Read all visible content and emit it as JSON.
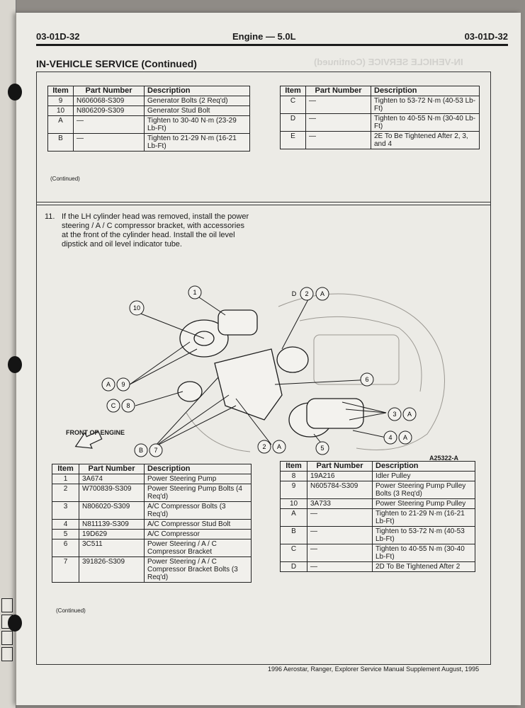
{
  "header": {
    "left_code": "03-01D-32",
    "title": "Engine — 5.0L",
    "right_code": "03-01D-32"
  },
  "section_title": "IN-VEHICLE SERVICE (Continued)",
  "table1": {
    "columns": [
      "Item",
      "Part Number",
      "Description"
    ],
    "rows": [
      [
        "9",
        "N606068-S309",
        "Generator Bolts (2 Req'd)"
      ],
      [
        "10",
        "N806209-S309",
        "Generator Stud Bolt"
      ],
      [
        "A",
        "—",
        "Tighten to 30-40 N·m (23-29 Lb-Ft)"
      ],
      [
        "B",
        "—",
        "Tighten to 21-29 N·m (16-21 Lb-Ft)"
      ]
    ],
    "note": "(Continued)"
  },
  "table2": {
    "columns": [
      "Item",
      "Part Number",
      "Description"
    ],
    "rows": [
      [
        "C",
        "—",
        "Tighten to 53-72 N·m (40-53 Lb-Ft)"
      ],
      [
        "D",
        "—",
        "Tighten to 40-55 N·m (30-40 Lb-Ft)"
      ],
      [
        "E",
        "—",
        "2E To Be Tightened After 2, 3, and 4"
      ]
    ]
  },
  "step": {
    "number": "11.",
    "text": "If the LH cylinder head was removed, install the power steering / A / C compressor bracket, with accessories at the front of the cylinder head. Install the oil level dipstick and oil level indicator tube."
  },
  "diagram": {
    "callouts": [
      "1",
      "10",
      "2",
      "6",
      "9",
      "8",
      "3",
      "4",
      "7",
      "5"
    ],
    "letters": [
      "A",
      "C",
      "B",
      "D"
    ],
    "front_label": "FRONT OF ENGINE",
    "figure_id": "A25322-A"
  },
  "table3": {
    "columns": [
      "Item",
      "Part Number",
      "Description"
    ],
    "rows": [
      [
        "1",
        "3A674",
        "Power Steering Pump"
      ],
      [
        "2",
        "W700839-S309",
        "Power Steering Pump Bolts (4 Req'd)"
      ],
      [
        "3",
        "N806020-S309",
        "A/C Compressor Bolts (3 Req'd)"
      ],
      [
        "4",
        "N811139-S309",
        "A/C Compressor Stud Bolt"
      ],
      [
        "5",
        "19D629",
        "A/C Compressor"
      ],
      [
        "6",
        "3C511",
        "Power Steering / A / C Compressor Bracket"
      ],
      [
        "7",
        "391826-S309",
        "Power Steering / A / C Compressor Bracket Bolts (3 Req'd)"
      ]
    ],
    "note": "(Continued)"
  },
  "table4": {
    "columns": [
      "Item",
      "Part Number",
      "Description"
    ],
    "rows": [
      [
        "8",
        "19A216",
        "Idler Pulley"
      ],
      [
        "9",
        "N605784-S309",
        "Power Steering Pump Pulley Bolts (3 Req'd)"
      ],
      [
        "10",
        "3A733",
        "Power Steering Pump Pulley"
      ],
      [
        "A",
        "—",
        "Tighten to 21-29 N·m (16-21 Lb-Ft)"
      ],
      [
        "B",
        "—",
        "Tighten to 53-72 N·m (40-53 Lb-Ft)"
      ],
      [
        "C",
        "—",
        "Tighten to 40-55 N·m (30-40 Lb-Ft)"
      ],
      [
        "D",
        "—",
        "2D To Be Tightened After 2"
      ]
    ]
  },
  "footer": "1996 Aerostar, Ranger, Explorer Service Manual Supplement August, 1995"
}
